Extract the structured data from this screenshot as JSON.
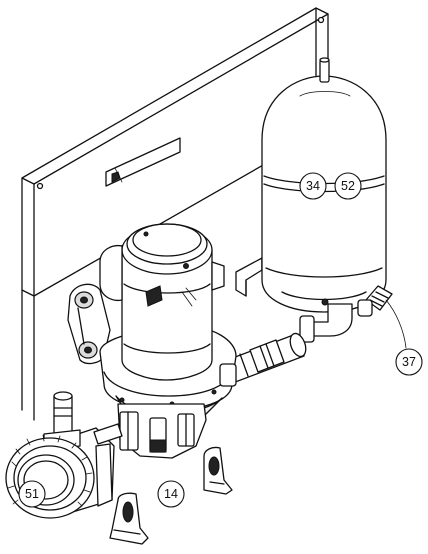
{
  "callouts": [
    {
      "id": "c34",
      "label": "34"
    },
    {
      "id": "c52",
      "label": "52"
    },
    {
      "id": "c37",
      "label": "37"
    },
    {
      "id": "c51",
      "label": "51"
    },
    {
      "id": "c14",
      "label": "14"
    }
  ],
  "colors": {
    "line": "#111111",
    "fill": "#ffffff",
    "shade": "#dcdcdc"
  }
}
